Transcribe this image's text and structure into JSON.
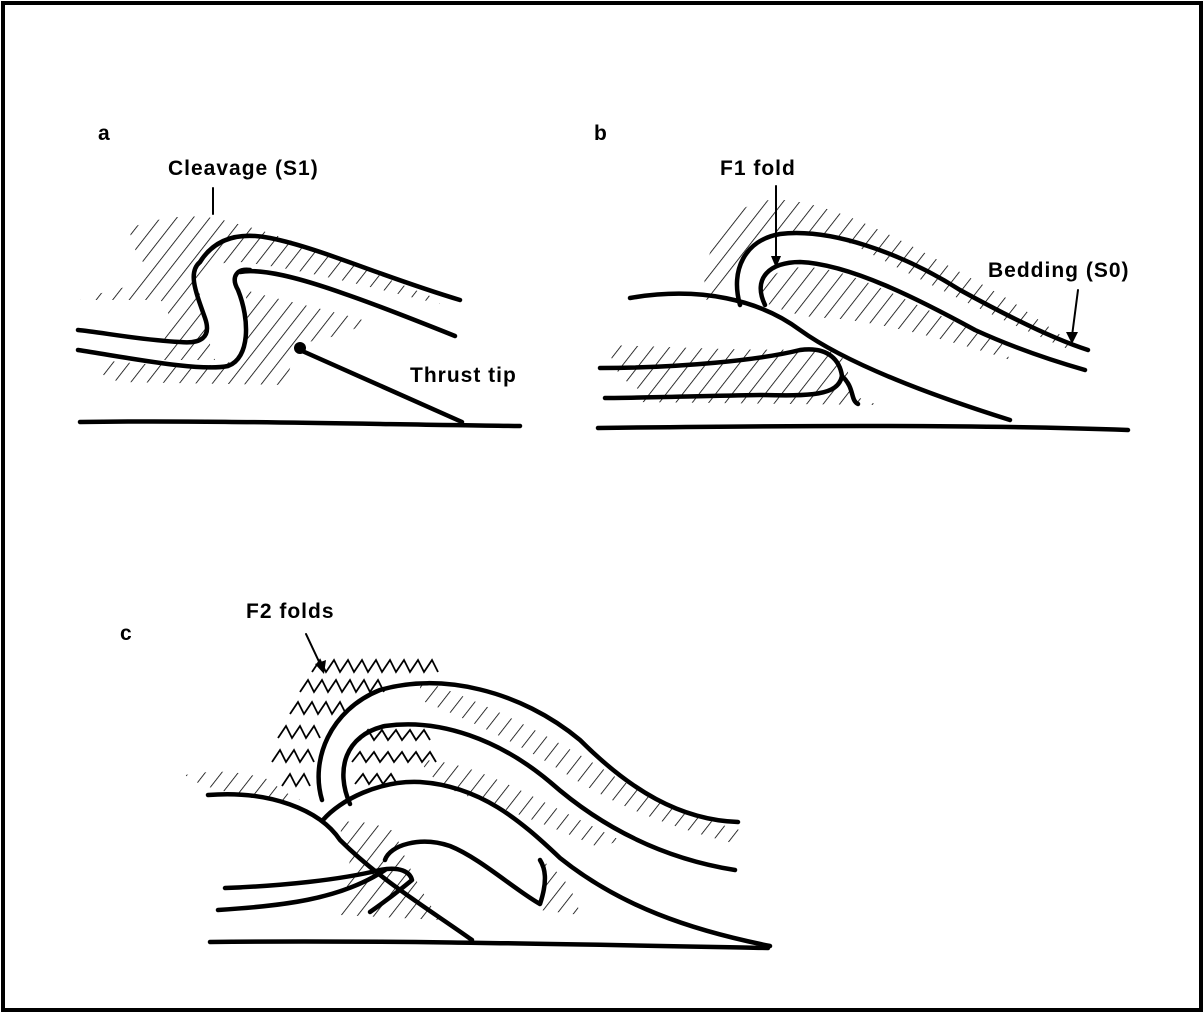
{
  "panels": [
    {
      "id": "a",
      "letter": "a",
      "labels": [
        "Cleavage (S1)",
        "Thrust tip"
      ]
    },
    {
      "id": "b",
      "letter": "b",
      "labels": [
        "F1 fold",
        "Bedding (S0)"
      ]
    },
    {
      "id": "c",
      "letter": "c",
      "labels": [
        "F2 folds"
      ]
    }
  ]
}
